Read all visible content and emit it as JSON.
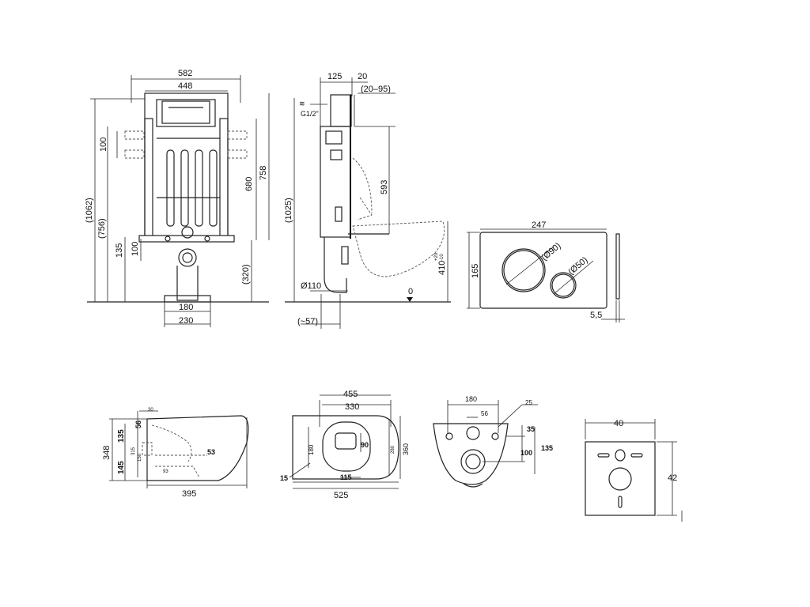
{
  "frame_front": {
    "width_outer": "582",
    "width_inner": "448",
    "total_height": "(1062)",
    "height_756": "(756)",
    "height_758": "758",
    "height_680": "680",
    "height_320": "(320)",
    "connect_100": "100",
    "bottom_135": "135",
    "bottom_100": "100",
    "feet_180": "180",
    "feet_230": "230"
  },
  "frame_side": {
    "depth_125": "125",
    "offset_20": "20",
    "range_20_95": "(20–95)",
    "inlet": "G1/2\"",
    "height_1025": "(1025)",
    "height_593": "593",
    "height_410": "410",
    "tol_plus": "+20",
    "tol_minus": "-10",
    "pipe_110": "Ø110",
    "offset_57": "(~57)",
    "floor_zero": "0"
  },
  "flush_plate": {
    "width": "247",
    "height": "165",
    "big_button": "(Ø90)",
    "small_button": "(Ø50)",
    "thickness": "5,5"
  },
  "bowl_side": {
    "height": "348",
    "h135": "135",
    "h145": "145",
    "h56": "56",
    "h53": "53",
    "length": "395",
    "tiny_30": "30",
    "tiny_315": "315",
    "tiny_150": "150",
    "tiny_93": "93"
  },
  "bowl_top": {
    "w455": "455",
    "w330": "330",
    "h180": "180",
    "h90": "90",
    "h280": "280",
    "h360": "360",
    "w15": "15",
    "w115": "115",
    "length": "525"
  },
  "bowl_rear": {
    "w180": "180",
    "w56": "56",
    "w25": "25",
    "h35": "35",
    "h100": "100",
    "h135": "135"
  },
  "gasket": {
    "width": "40",
    "height": "42"
  }
}
